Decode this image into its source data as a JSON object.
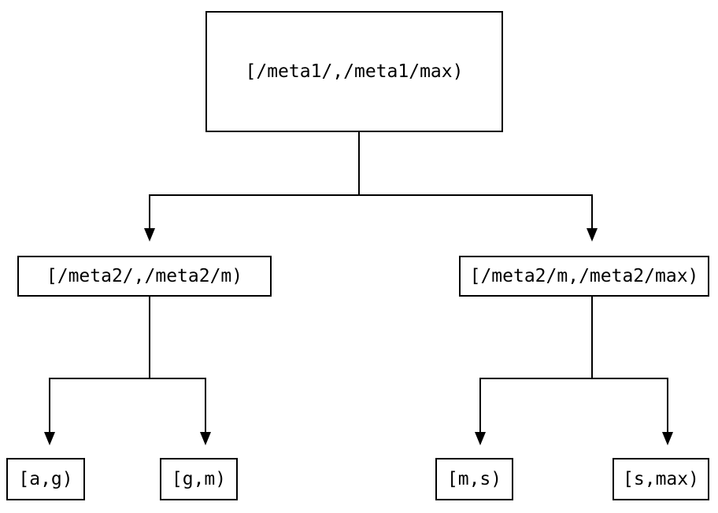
{
  "diagram": {
    "background_color": "#ffffff",
    "line_color": "#000000",
    "node_fill_color": "#ffffff",
    "node_border_color": "#000000",
    "nodes": {
      "root": {
        "label": "[/meta1/,/meta1/max)"
      },
      "mid_left": {
        "label": "[/meta2/,/meta2/m)"
      },
      "mid_right": {
        "label": "[/meta2/m,/meta2/max)"
      },
      "leaf_1": {
        "label": "[a,g)"
      },
      "leaf_2": {
        "label": "[g,m)"
      },
      "leaf_3": {
        "label": "[m,s)"
      },
      "leaf_4": {
        "label": "[s,max)"
      }
    },
    "edges": [
      {
        "from": "root",
        "to": "mid_left"
      },
      {
        "from": "root",
        "to": "mid_right"
      },
      {
        "from": "mid_left",
        "to": "leaf_1"
      },
      {
        "from": "mid_left",
        "to": "leaf_2"
      },
      {
        "from": "mid_right",
        "to": "leaf_3"
      },
      {
        "from": "mid_right",
        "to": "leaf_4"
      }
    ]
  }
}
